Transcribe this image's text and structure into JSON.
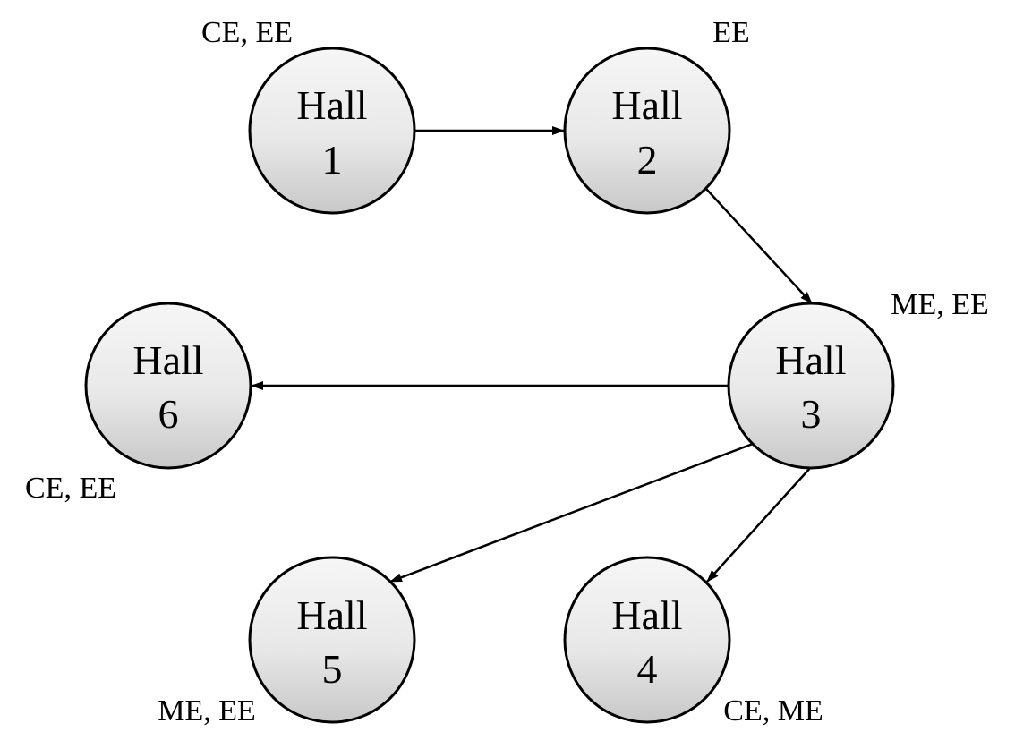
{
  "diagram": {
    "nodes": [
      {
        "id": "hall-1",
        "label_top": "Hall",
        "label_bottom": "1",
        "tags": "CE, EE"
      },
      {
        "id": "hall-2",
        "label_top": "Hall",
        "label_bottom": "2",
        "tags": "EE"
      },
      {
        "id": "hall-3",
        "label_top": "Hall",
        "label_bottom": "3",
        "tags": "ME, EE"
      },
      {
        "id": "hall-4",
        "label_top": "Hall",
        "label_bottom": "4",
        "tags": "CE, ME"
      },
      {
        "id": "hall-5",
        "label_top": "Hall",
        "label_bottom": "5",
        "tags": "ME, EE"
      },
      {
        "id": "hall-6",
        "label_top": "Hall",
        "label_bottom": "6",
        "tags": "CE, EE"
      }
    ],
    "edges": [
      {
        "from": "hall-1",
        "to": "hall-2"
      },
      {
        "from": "hall-2",
        "to": "hall-3"
      },
      {
        "from": "hall-3",
        "to": "hall-6"
      },
      {
        "from": "hall-3",
        "to": "hall-5"
      },
      {
        "from": "hall-3",
        "to": "hall-4"
      }
    ],
    "colors": {
      "node_fill_top": "#f6f6f6",
      "node_fill_bottom": "#c8c8c8",
      "stroke": "#000000",
      "text": "#000000"
    }
  }
}
